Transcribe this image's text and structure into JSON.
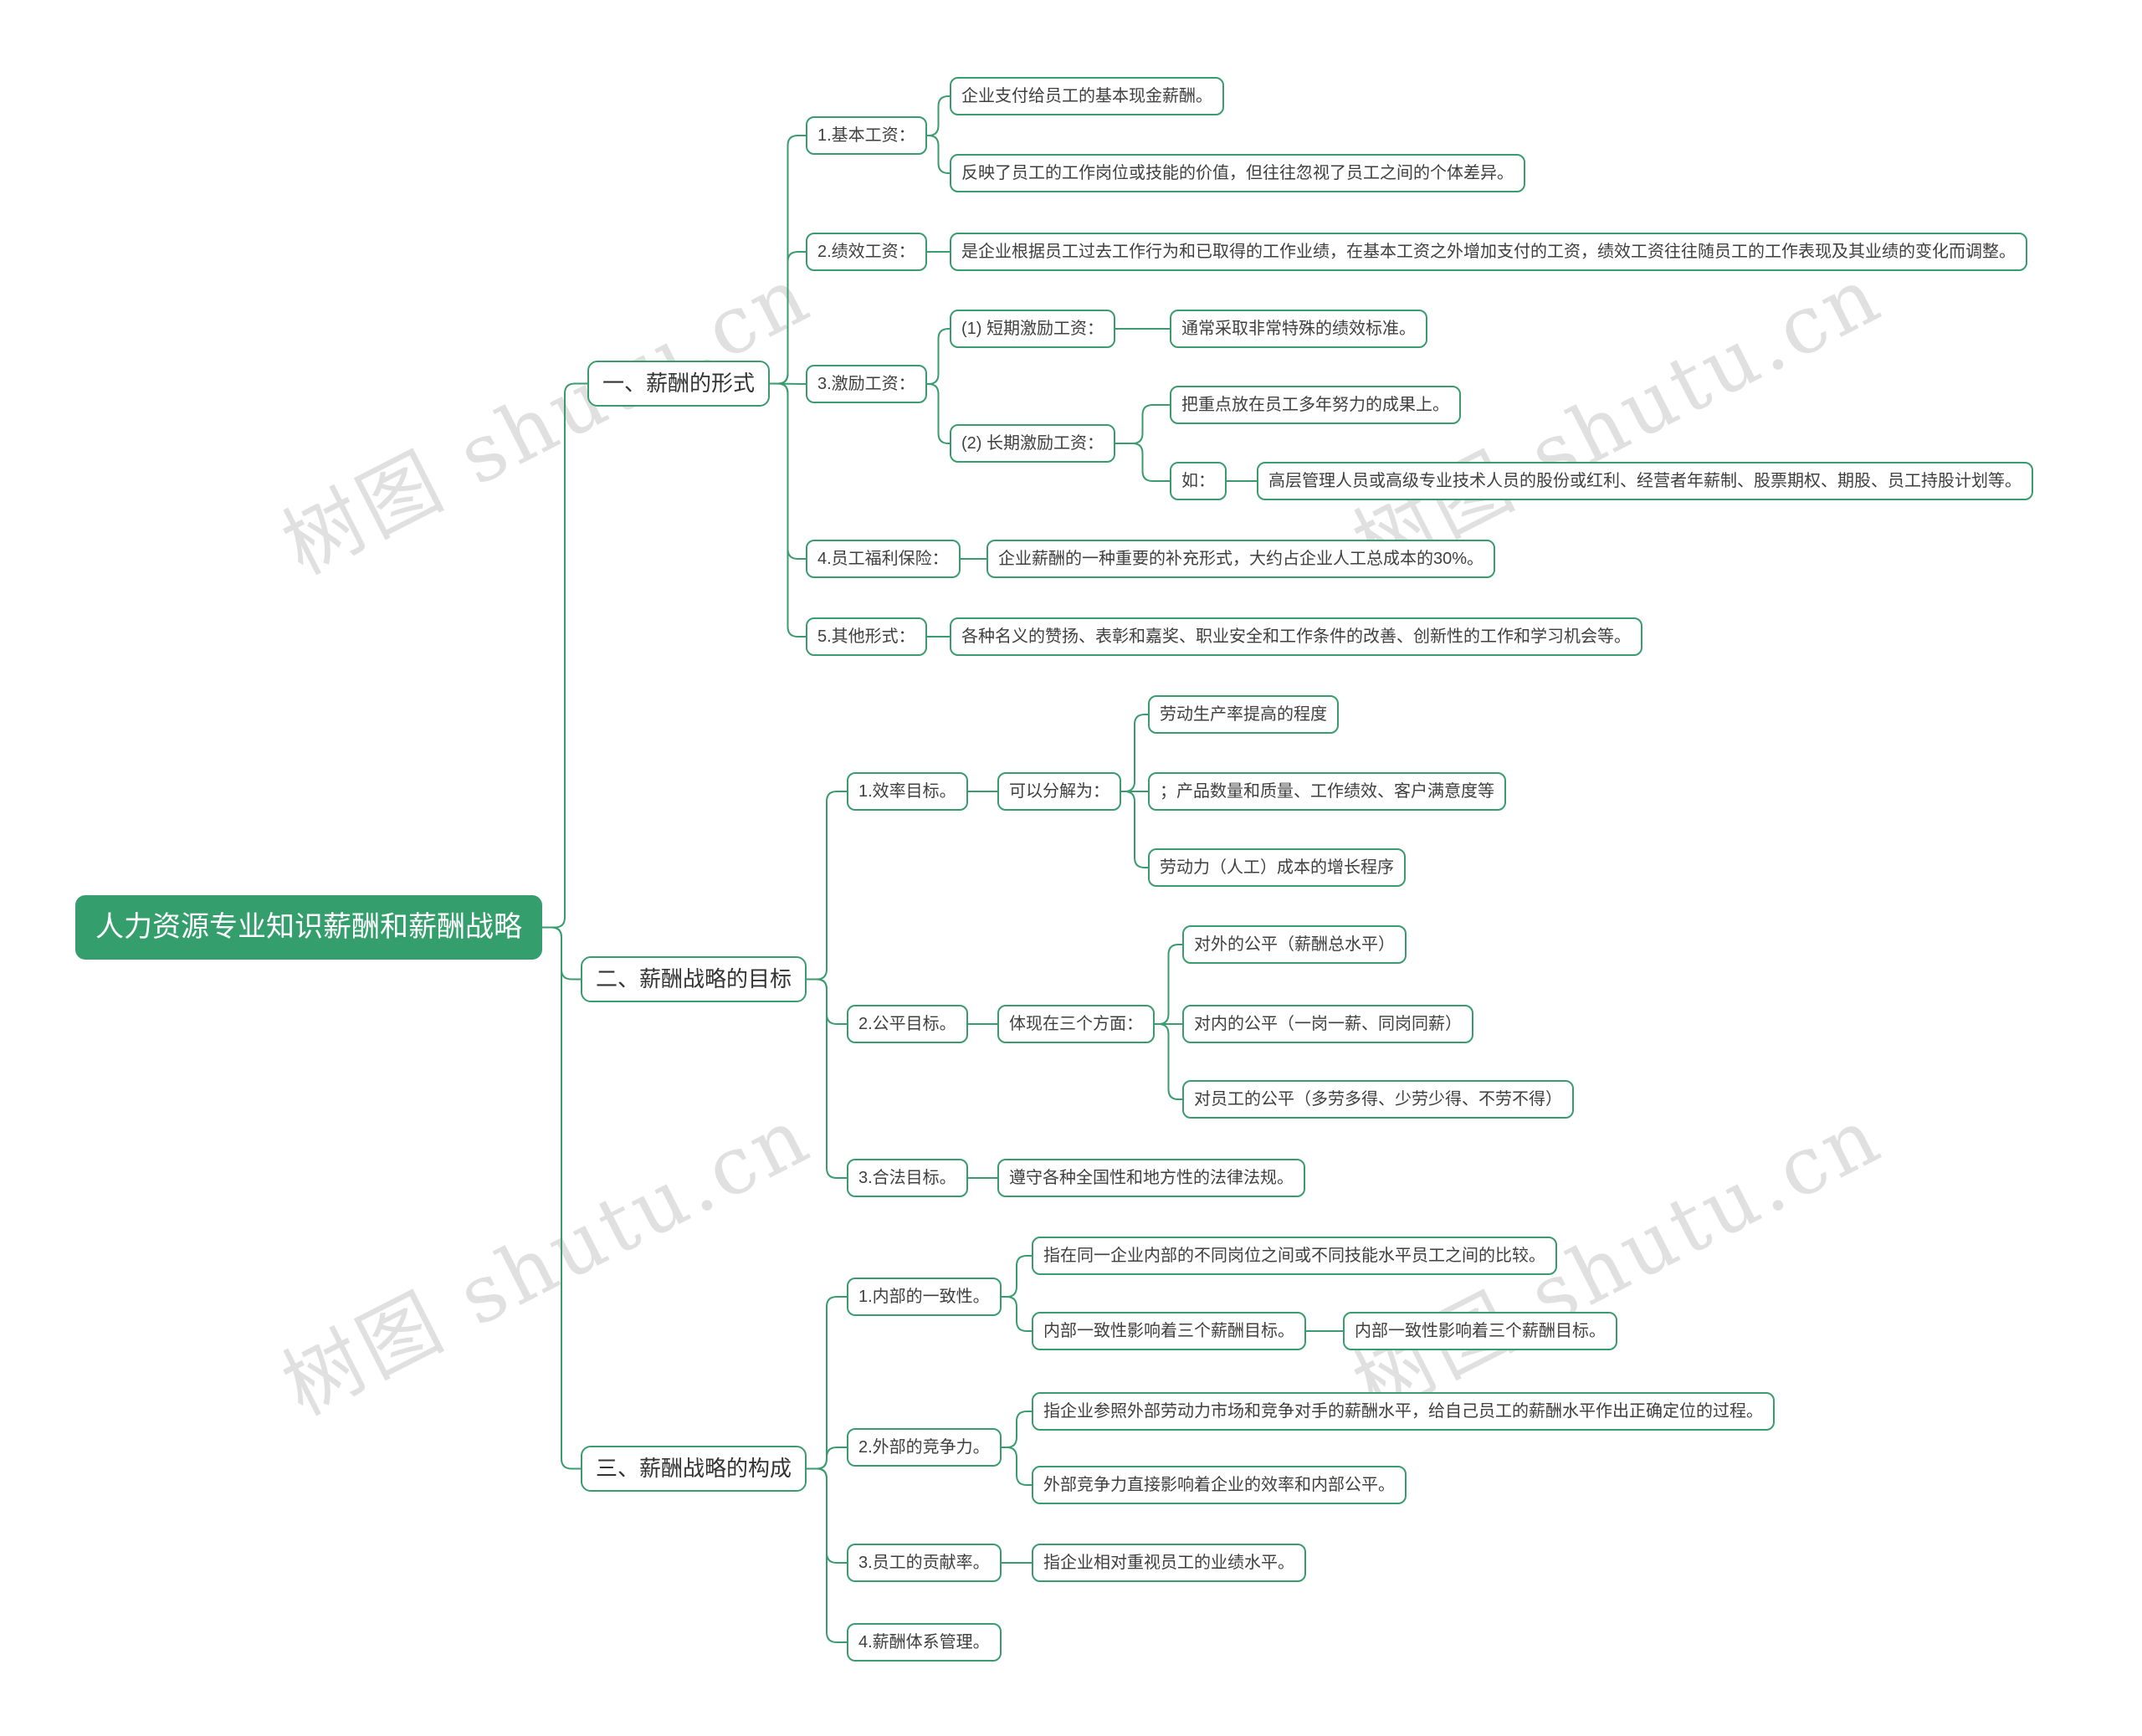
{
  "root_label": "人力资源专业知识薪酬和薪酬战略",
  "watermark": "树图 shutu.cn",
  "colors": {
    "accent": "#3a9c6e",
    "root_bg": "#359e6d",
    "root_text": "#ffffff",
    "node_border": "#3a9c6e",
    "node_text": "#3f3f3f"
  },
  "branches": {
    "forms": {
      "label": "一、薪酬的形式",
      "basic_wage": {
        "label": "1.基本工资：",
        "note1": "企业支付给员工的基本现金薪酬。",
        "note2": "反映了员工的工作岗位或技能的价值，但往往忽视了员工之间的个体差异。"
      },
      "performance_wage": {
        "label": "2.绩效工资：",
        "note": "是企业根据员工过去工作行为和已取得的工作业绩，在基本工资之外增加支付的工资，绩效工资往往随员工的工作表现及其业绩的变化而调整。"
      },
      "incentive_wage": {
        "label": "3.激励工资：",
        "short_term": {
          "label": "(1) 短期激励工资：",
          "note": "通常采取非常特殊的绩效标准。"
        },
        "long_term": {
          "label": "(2) 长期激励工资：",
          "note": "把重点放在员工多年努力的成果上。",
          "example_label": "如：",
          "example": "高层管理人员或高级专业技术人员的股份或红利、经营者年薪制、股票期权、期股、员工持股计划等。"
        }
      },
      "welfare": {
        "label": "4.员工福利保险：",
        "note": "企业薪酬的一种重要的补充形式，大约占企业人工总成本的30%。"
      },
      "others": {
        "label": "5.其他形式：",
        "note": "各种名义的赞扬、表彰和嘉奖、职业安全和工作条件的改善、创新性的工作和学习机会等。"
      }
    },
    "goals": {
      "label": "二、薪酬战略的目标",
      "efficiency": {
        "label": "1.效率目标。",
        "decompose_label": "可以分解为：",
        "items": [
          "劳动生产率提高的程度",
          "；产品数量和质量、工作绩效、客户满意度等",
          "劳动力（人工）成本的增长程序"
        ]
      },
      "fairness": {
        "label": "2.公平目标。",
        "aspects_label": "体现在三个方面：",
        "items": [
          "对外的公平（薪酬总水平）",
          "对内的公平（一岗一薪、同岗同薪）",
          "对员工的公平（多劳多得、少劳少得、不劳不得）"
        ]
      },
      "legality": {
        "label": "3.合法目标。",
        "note": "遵守各种全国性和地方性的法律法规。"
      }
    },
    "composition": {
      "label": "三、薪酬战略的构成",
      "internal_consistency": {
        "label": "1.内部的一致性。",
        "note1": "指在同一企业内部的不同岗位之间或不同技能水平员工之间的比较。",
        "note2": "内部一致性影响着三个薪酬目标。",
        "note2_sub": "内部一致性影响着三个薪酬目标。"
      },
      "external_competitiveness": {
        "label": "2.外部的竞争力。",
        "note1": "指企业参照外部劳动力市场和竞争对手的薪酬水平，给自己员工的薪酬水平作出正确定位的过程。",
        "note2": "外部竞争力直接影响着企业的效率和内部公平。"
      },
      "employee_contribution": {
        "label": "3.员工的贡献率。",
        "note": "指企业相对重视员工的业绩水平。"
      },
      "system_management": {
        "label": "4.薪酬体系管理。"
      }
    }
  }
}
